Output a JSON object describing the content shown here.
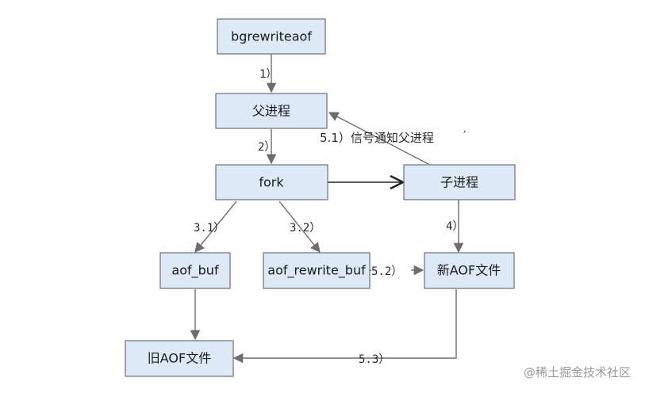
{
  "nodes": {
    "bgrewriteaof": "bgrewriteaof",
    "parent": "父进程",
    "fork": "fork",
    "child": "子进程",
    "aof_buf": "aof_buf",
    "aof_rewrite_buf": "aof_rewrite_buf",
    "new_aof": "新AOF文件",
    "old_aof": "旧AOF文件"
  },
  "edges": {
    "e1": "1）",
    "e2": "2）",
    "e31": "3.1）",
    "e32": "3.2）",
    "e4": "4）",
    "e51": "5.1）信号通知父进程",
    "e51_tail": "′",
    "e52": "5.2）",
    "e53": "5.3）"
  },
  "watermark": "@稀土掘金技术社区",
  "colors": {
    "node_fill": "#dde9f7",
    "node_border": "#6a6f78",
    "arrow": "#6d6d6d",
    "strong_arrow": "#222222",
    "watermark": "#9a9a9a"
  }
}
